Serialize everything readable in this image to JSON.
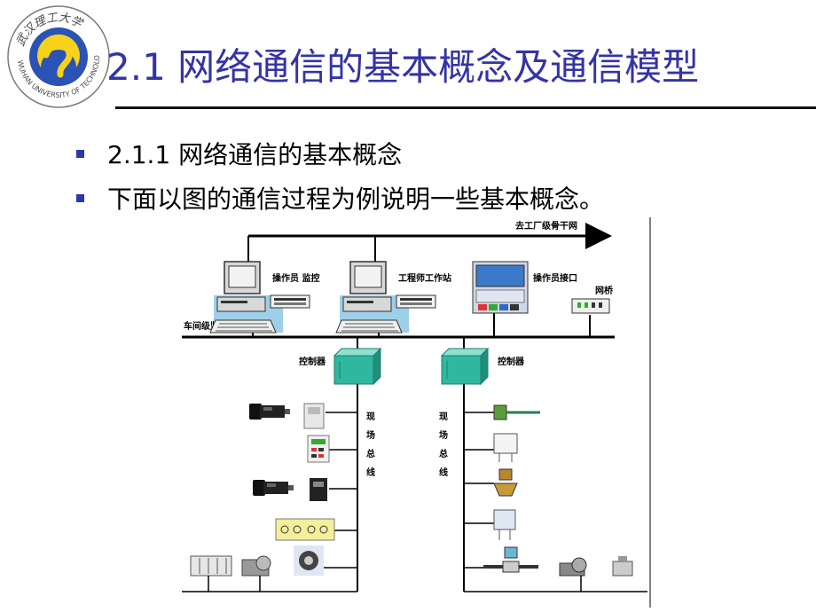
{
  "slide": {
    "title": "2.1 网络通信的基本概念及通信模型",
    "bullets": [
      "2.1.1 网络通信的基本概念",
      "下面以图的通信过程为例说明一些基本概念。"
    ]
  },
  "logo": {
    "chinese_text": "武汉理工大学",
    "english_text": "WUHAN UNIVERSITY OF TECHNOLOGY"
  },
  "diagram": {
    "backbone_label": "去工厂级骨干网",
    "operator_monitor": "操作员 监控",
    "engineer_station": "工程师工作站",
    "operator_interface": "操作员接口",
    "gateway": "网桥",
    "shop_monitor": "车间级监控",
    "controller_left": "控制器",
    "controller_right": "控制器",
    "fieldbus_left": [
      "现",
      "场",
      "总",
      "线"
    ],
    "fieldbus_right": [
      "现",
      "场",
      "总",
      "线"
    ]
  },
  "colors": {
    "title": "#3334a6",
    "bullet": "#2c3aa8",
    "controller": "#2fb8a0",
    "logo_blue": "#2b53b5",
    "logo_yellow": "#f6d21a"
  }
}
